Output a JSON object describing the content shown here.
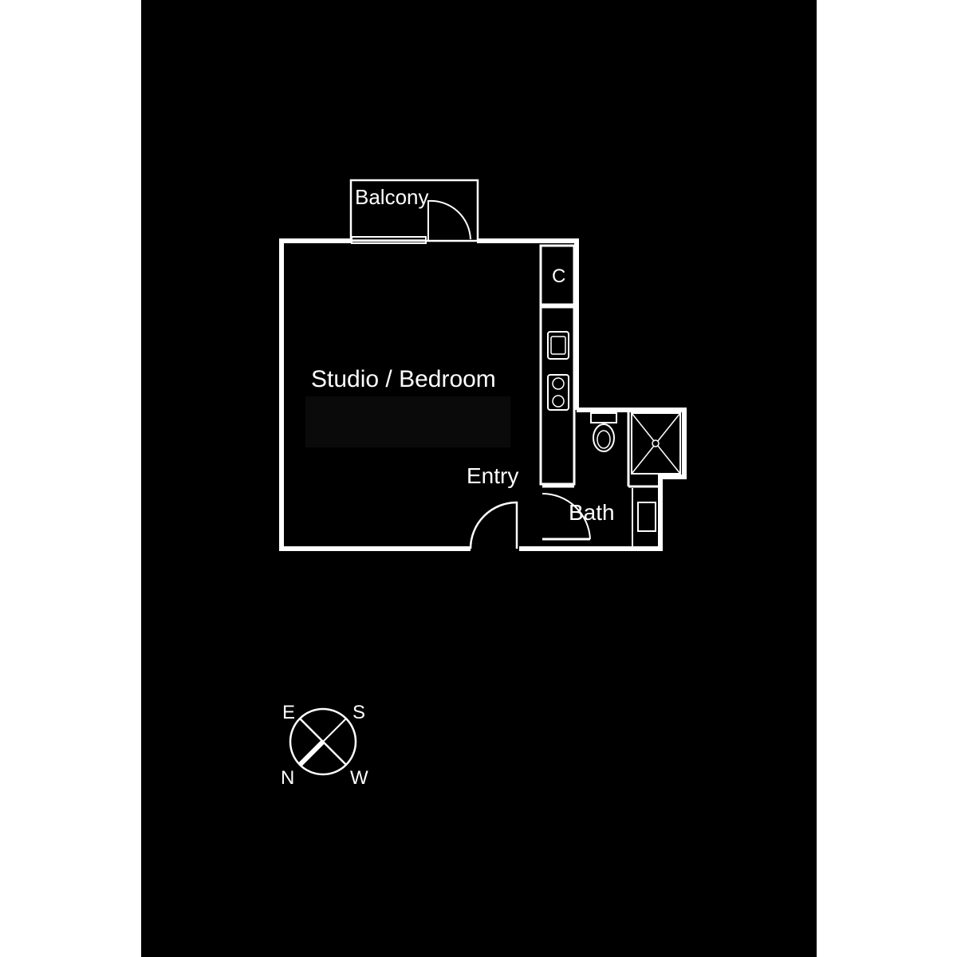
{
  "labels": {
    "balcony": "Balcony",
    "closet": "C",
    "studio": "Studio / Bedroom",
    "entry": "Entry",
    "bath": "Bath"
  },
  "compass": {
    "top_left": "E",
    "top_right": "S",
    "bottom_left": "N",
    "bottom_right": "W"
  },
  "colors": {
    "background": "#000000",
    "lines": "#ffffff",
    "margin": "#ffffff"
  }
}
